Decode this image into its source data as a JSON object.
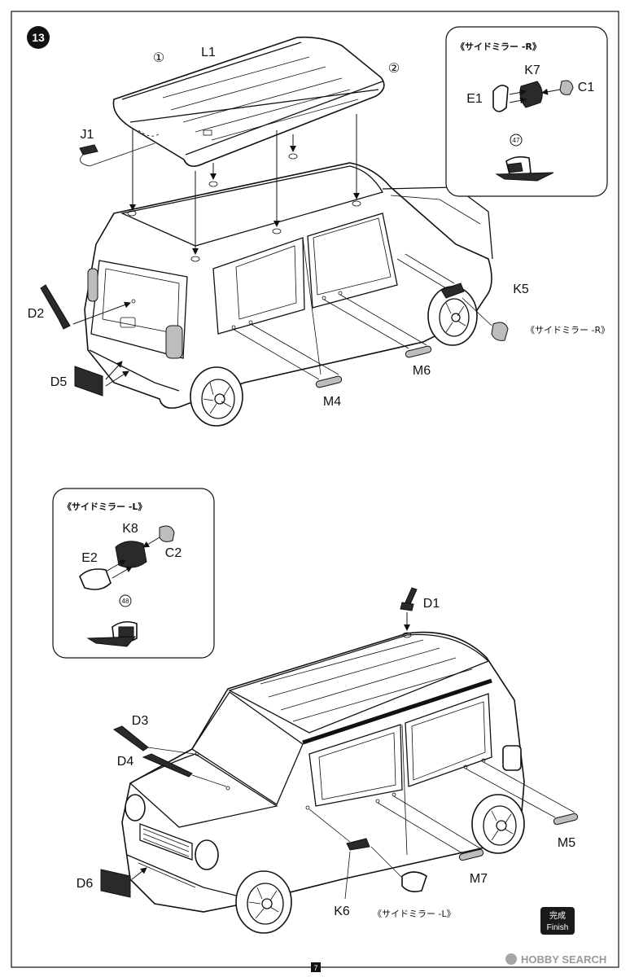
{
  "step": {
    "number": "13"
  },
  "callouts": {
    "circle1": "①",
    "circle2": "②",
    "circle47": "47",
    "circle48": "48"
  },
  "parts": {
    "L1": "L1",
    "J1": "J1",
    "D2": "D2",
    "D5": "D5",
    "M4": "M4",
    "M6": "M6",
    "K5": "K5",
    "K7": "K7",
    "E1": "E1",
    "C1": "C1",
    "K8": "K8",
    "E2": "E2",
    "C2": "C2",
    "D1": "D1",
    "D3": "D3",
    "D4": "D4",
    "D6": "D6",
    "K6": "K6",
    "M5": "M5",
    "M7": "M7"
  },
  "insets": {
    "right_title": "《サイドミラー -R》",
    "left_title": "《サイドミラー -L》"
  },
  "labels": {
    "mirror_r": "《サイドミラー -R》",
    "mirror_l": "《サイドミラー -L》"
  },
  "finish": {
    "jp": "完成",
    "en": "Finish"
  },
  "footer": {
    "page": "7",
    "watermark_brand": "HOBBY SEARCH"
  },
  "colors": {
    "line": "#111111",
    "dark_part": "#2a2a2a",
    "grey_part": "#bdbdbd",
    "finish_badge": "#1a1a1a"
  }
}
